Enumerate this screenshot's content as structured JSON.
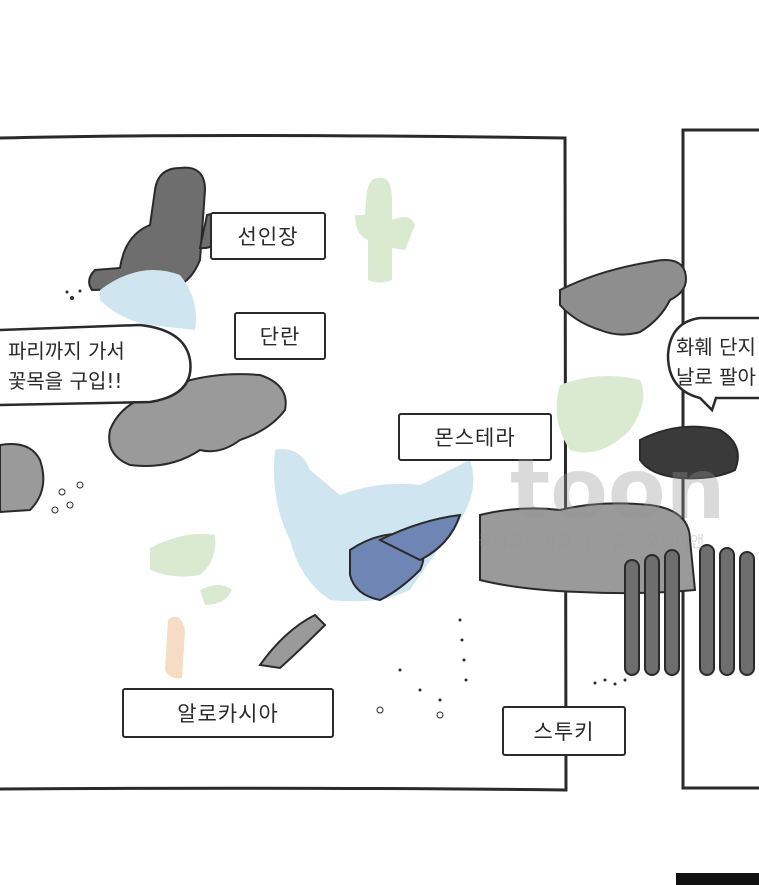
{
  "comic": {
    "labels": {
      "cactus": "선인장",
      "dandelion": "단란",
      "monstera": "몬스테라",
      "aloe": "알로카시아",
      "stuckyi": "스투키"
    },
    "speech_left": {
      "line1": "파리까지 가서",
      "line2": "꽃목을 구입!!"
    },
    "speech_right": {
      "line1": "화훼 단지",
      "line2": "날로 팔아"
    },
    "watermark": {
      "logo": "toon",
      "caption": "국내에서 가장 빠른 웹툰 오케이앤"
    },
    "colors": {
      "outline": "#2a2a2a",
      "gray_plant": "#9a9a9a",
      "dark_gray": "#6e6e6e",
      "light_blue": "#cfe6f0",
      "navy": "#6f86b5",
      "light_green": "#d9ead0",
      "peach": "#f6dcc4"
    }
  }
}
